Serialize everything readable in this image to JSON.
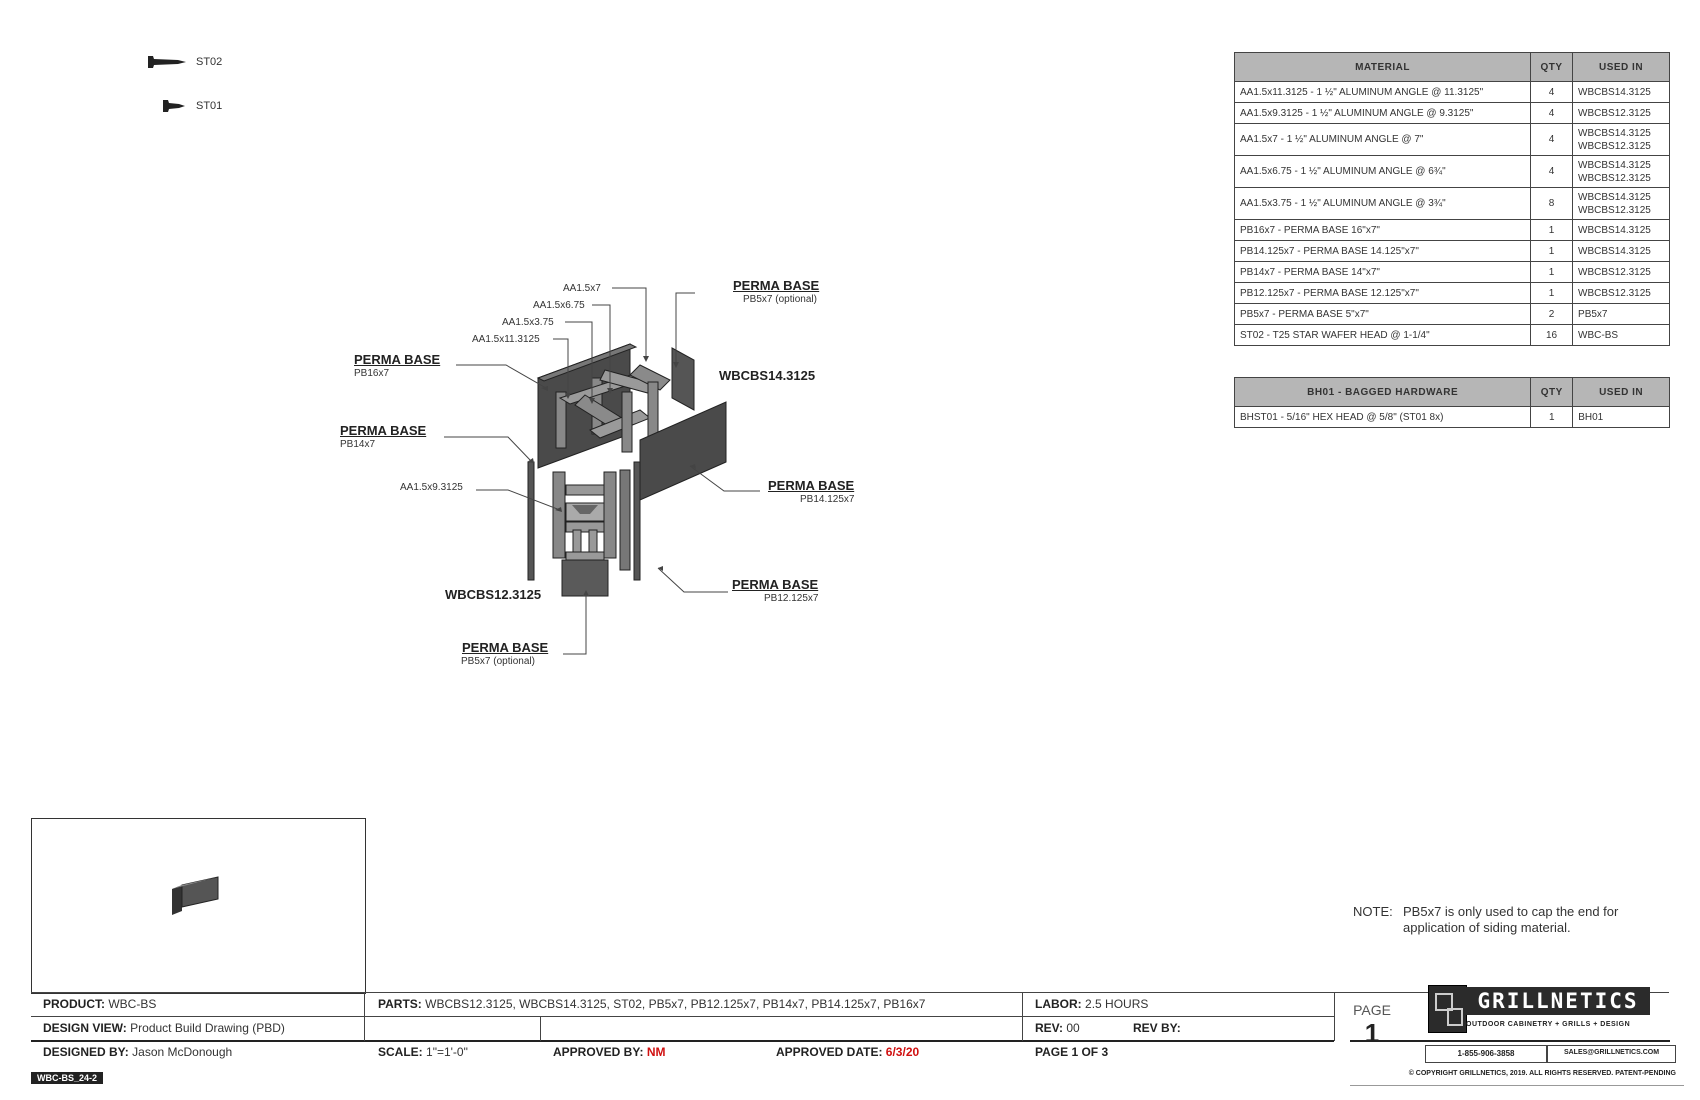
{
  "hardware_icons": [
    {
      "label": "ST02",
      "icon": "screw-long-icon"
    },
    {
      "label": "ST01",
      "icon": "screw-short-icon"
    }
  ],
  "drawing": {
    "callouts": {
      "aa_7": "AA1.5x7",
      "aa_675": "AA1.5x6.75",
      "aa_375": "AA1.5x3.75",
      "aa_113125": "AA1.5x11.3125",
      "aa_93125": "AA1.5x9.3125"
    },
    "perma_base_label": "PERMA BASE",
    "pb_top_right": "PB5x7 (optional)",
    "pb_left_upper": "PB16x7",
    "pb_left_lower": "PB14x7",
    "pb_right_mid": "PB14.125x7",
    "pb_right_lower": "PB12.125x7",
    "pb_bottom": "PB5x7 (optional)",
    "assembly_1": "WBCBS14.3125",
    "assembly_2": "WBCBS12.3125"
  },
  "material_table": {
    "headers": [
      "MATERIAL",
      "QTY",
      "USED IN"
    ],
    "rows": [
      {
        "material": "AA1.5x11.3125 - 1 ½\" ALUMINUM ANGLE @ 11.3125\"",
        "qty": "4",
        "used_in": "WBCBS14.3125"
      },
      {
        "material": "AA1.5x9.3125 - 1 ½\" ALUMINUM ANGLE @ 9.3125\"",
        "qty": "4",
        "used_in": "WBCBS12.3125"
      },
      {
        "material": "AA1.5x7 - 1 ½\" ALUMINUM ANGLE @ 7\"",
        "qty": "4",
        "used_in": "WBCBS14.3125\nWBCBS12.3125"
      },
      {
        "material": "AA1.5x6.75 - 1 ½\" ALUMINUM ANGLE @ 6¾\"",
        "qty": "4",
        "used_in": "WBCBS14.3125\nWBCBS12.3125"
      },
      {
        "material": "AA1.5x3.75 - 1 ½\" ALUMINUM ANGLE @ 3¾\"",
        "qty": "8",
        "used_in": "WBCBS14.3125\nWBCBS12.3125"
      },
      {
        "material": "PB16x7 - PERMA BASE 16\"x7\"",
        "qty": "1",
        "used_in": "WBCBS14.3125"
      },
      {
        "material": "PB14.125x7 - PERMA BASE 14.125\"x7\"",
        "qty": "1",
        "used_in": "WBCBS14.3125"
      },
      {
        "material": "PB14x7 - PERMA BASE 14\"x7\"",
        "qty": "1",
        "used_in": "WBCBS12.3125"
      },
      {
        "material": "PB12.125x7 - PERMA BASE 12.125\"x7\"",
        "qty": "1",
        "used_in": "WBCBS12.3125"
      },
      {
        "material": "PB5x7 - PERMA BASE 5\"x7\"",
        "qty": "2",
        "used_in": "PB5x7"
      },
      {
        "material": "ST02 - T25 STAR WAFER HEAD @ 1-1/4\"",
        "qty": "16",
        "used_in": "WBC-BS"
      }
    ]
  },
  "hardware_table": {
    "headers": [
      "BH01 - BAGGED HARDWARE",
      "QTY",
      "USED IN"
    ],
    "rows": [
      {
        "material": "BHST01 - 5/16\" HEX HEAD @ 5/8\" (ST01 8x)",
        "qty": "1",
        "used_in": "BH01"
      }
    ]
  },
  "note": {
    "label": "NOTE:",
    "line1": "PB5x7 is only used to cap the end for",
    "line2": "application of siding material."
  },
  "title_block": {
    "product_label": "PRODUCT:",
    "product": "WBC-BS",
    "design_view_label": "DESIGN VIEW:",
    "design_view": "Product Build Drawing (PBD)",
    "designed_by_label": "DESIGNED BY:",
    "designed_by": "Jason McDonough",
    "parts_label": "PARTS:",
    "parts": "WBCBS12.3125, WBCBS14.3125, ST02, PB5x7,  PB12.125x7, PB14x7, PB14.125x7, PB16x7",
    "scale_label": "SCALE:",
    "scale": "1\"=1'-0\"",
    "approved_by_label": "APPROVED BY:",
    "approved_by": "NM",
    "approved_date_label": "APPROVED DATE:",
    "approved_date": "6/3/20",
    "labor_label": "LABOR:",
    "labor": "2.5 HOURS",
    "rev_label": "REV:",
    "rev": "00",
    "rev_by_label": "REV  BY:",
    "page_of": "PAGE 1 OF 3",
    "page_label": "PAGE",
    "page_number": "1",
    "brand": "GRILLNETICS",
    "tagline": "OUTDOOR CABINETRY + GRILLS + DESIGN",
    "phone": "1-855-906-3858",
    "email": "SALES@GRILLNETICS.COM",
    "copyright": "© COPYRIGHT GRILLNETICS, 2019. ALL RIGHTS RESERVED. PATENT-PENDING",
    "drawing_id": "WBC-BS_24-2"
  },
  "colors": {
    "panel": "#4a4a4a",
    "frame": "#888888",
    "header_gray": "#b6b6b6",
    "red": "#d01010"
  }
}
